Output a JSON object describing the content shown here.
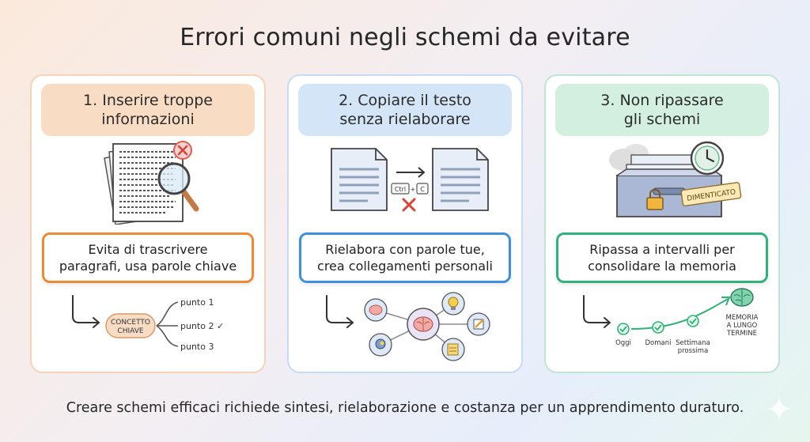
{
  "title": "Errori comuni negli schemi da evitare",
  "cards": [
    {
      "header": [
        "1. Inserire troppe",
        "informazioni"
      ],
      "tip": [
        "Evita di trascrivere",
        "paragrafi, usa parole chiave"
      ],
      "diagram": {
        "center": [
          "CONCETTO",
          "CHIAVE"
        ],
        "points": [
          "punto 1",
          "punto 2 ✓",
          "punto 3"
        ]
      }
    },
    {
      "header": [
        "2. Copiare il testo",
        "senza rielaborare"
      ],
      "shortcut": [
        "Ctrl",
        "+",
        "C"
      ],
      "tip": [
        "Rielabora con parole tue,",
        "crea collegamenti personali"
      ]
    },
    {
      "header": [
        "3. Non ripassare",
        "gli schemi"
      ],
      "stamp": "DIMENTICATO",
      "tip": [
        "Ripassa a intervalli per",
        "consolidare la memoria"
      ],
      "timeline": {
        "steps": [
          "Oggi",
          "Domani",
          "Settimana prossima"
        ],
        "goal": [
          "MEMORIA",
          "A LUNGO",
          "TERMINE"
        ]
      }
    }
  ],
  "footer": "Creare schemi efficaci richiede sintesi, rielaborazione e costanza per un apprendimento duraturo.",
  "colors": {
    "orange": "#ee8a36",
    "blue": "#3d8fdf",
    "green": "#31b27a",
    "red": "#e05a50"
  },
  "icons": [
    "document-stack-icon",
    "magnifier-icon",
    "error-x-icon",
    "document-icon",
    "arrow-icon",
    "mind-map-icon",
    "brain-icon",
    "lightbulb-icon",
    "drawer-icon",
    "clock-icon",
    "lock-icon",
    "check-icon",
    "sparkle-icon"
  ]
}
